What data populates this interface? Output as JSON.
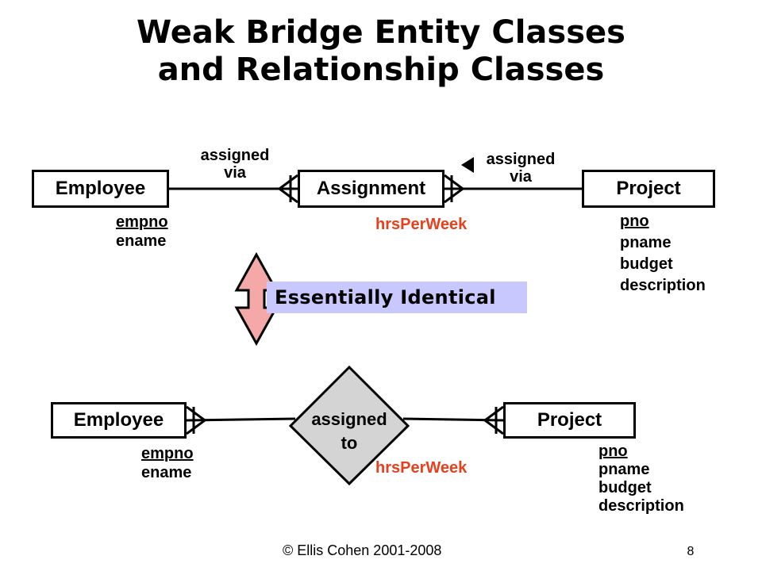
{
  "title": {
    "line1": "Weak Bridge Entity Classes",
    "line2": "and Relationship Classes"
  },
  "top_diagram": {
    "employee": "Employee",
    "assignment": "Assignment",
    "project": "Project",
    "rel_left": {
      "line1": "assigned",
      "line2": "via"
    },
    "rel_right": {
      "line1": "assigned",
      "line2": "via"
    },
    "employee_attrs": {
      "key": "empno",
      "others": [
        "ename"
      ]
    },
    "assignment_attr": "hrsPerWeek",
    "project_attrs": {
      "key": "pno",
      "others": [
        "pname",
        "budget",
        "description"
      ]
    }
  },
  "middle": {
    "banner": "Essentially Identical"
  },
  "bottom_diagram": {
    "employee": "Employee",
    "project": "Project",
    "relationship": {
      "line1": "assigned",
      "line2": "to"
    },
    "employee_attrs": {
      "key": "empno",
      "others": [
        "ename"
      ]
    },
    "relationship_attr": "hrsPerWeek",
    "project_attrs": {
      "key": "pno",
      "others": [
        "pname",
        "budget",
        "description"
      ]
    }
  },
  "footer": {
    "copyright": "© Ellis Cohen 2001-2008",
    "page_number": "8"
  },
  "colors": {
    "attribute_highlight": "#e8401c",
    "banner_fill": "#c8c8ff",
    "arrow_fill": "#f4a8a8",
    "diamond_fill": "#d4d4d4"
  }
}
